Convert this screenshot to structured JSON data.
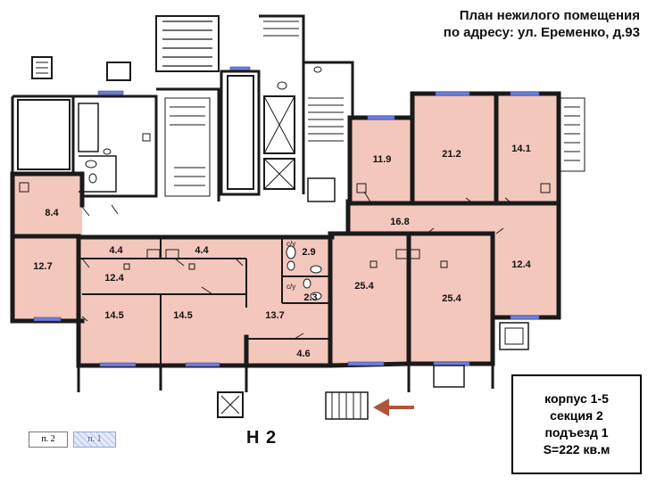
{
  "title": {
    "line1": "План нежилого помещения",
    "line2": "по адресу: ул. Еременко, д.93"
  },
  "rooms": {
    "r8_4": "8.4",
    "r12_7": "12.7",
    "r4_4a": "4.4",
    "r4_4b": "4.4",
    "r12_4a": "12.4",
    "r14_5a": "14.5",
    "r14_5b": "14.5",
    "r13_7": "13.7",
    "r2_9": "2.9",
    "r2_3": "2.3",
    "r4_6": "4.6",
    "r25_4a": "25.4",
    "r25_4b": "25.4",
    "r16_8": "16.8",
    "r11_9": "11.9",
    "r21_2": "21.2",
    "r14_1": "14.1",
    "r12_4b": "12.4"
  },
  "marks": {
    "wc1": "с/у",
    "wc2": "с/у"
  },
  "section_label": "Н 2",
  "legend": {
    "p2": "п. 2",
    "p1": "п. 1"
  },
  "info": {
    "line1": "корпус 1-5",
    "line2": "секция 2",
    "line3": "подъезд 1",
    "line4": "S=222 кв.м"
  },
  "colors": {
    "room_fill": "#f4c7bc",
    "wall": "#1a1a1a",
    "window": "#6f7fd6",
    "arrow": "#b0553c"
  }
}
